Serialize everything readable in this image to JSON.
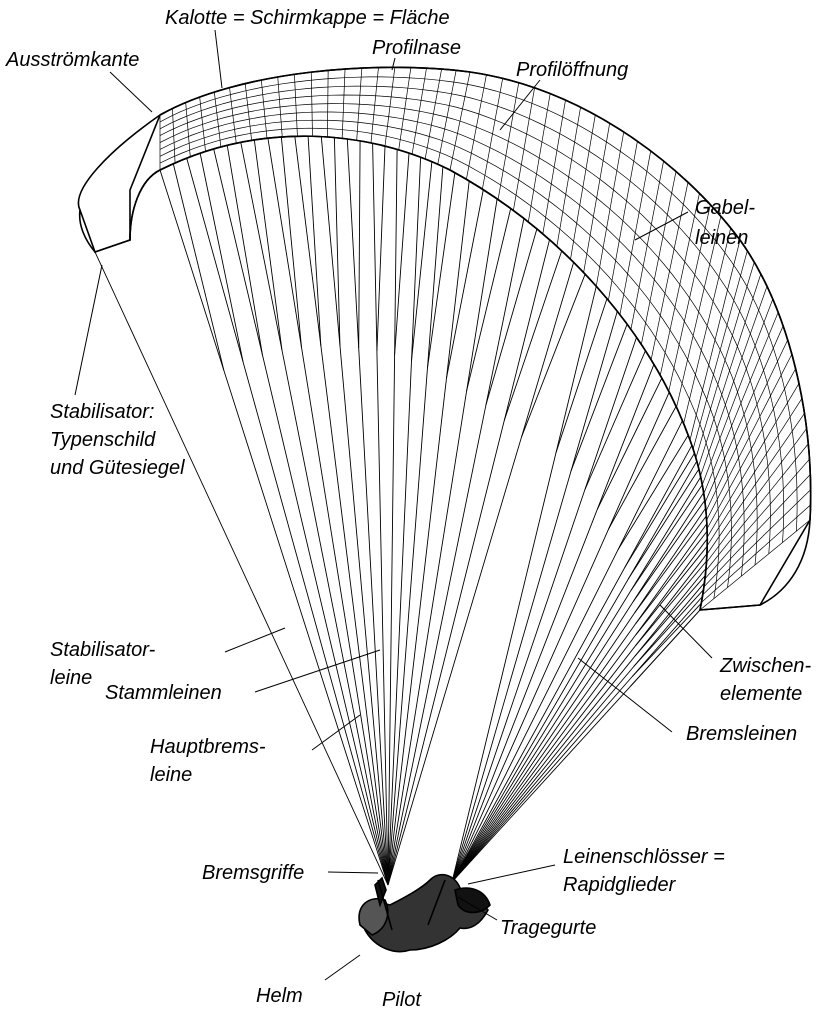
{
  "labels": {
    "kalotte": "Kalotte = Schirmkappe = Fläche",
    "profilnase": "Profilnase",
    "ausstroemkante": "Ausströmkante",
    "profiloeffnung": "Profilöffnung",
    "gabel_1": "Gabel-",
    "gabel_2": "leinen",
    "stabilisator_1": "Stabilisator:",
    "stabilisator_2": "Typenschild",
    "stabilisator_3": "und  Gütesiegel",
    "stabilisatorleine_1": "Stabilisator-",
    "stabilisatorleine_2": "leine",
    "stammleinen": "Stammleinen",
    "zwischen_1": "Zwischen-",
    "zwischen_2": "elemente",
    "hauptbrems_1": "Hauptbrems-",
    "hauptbrems_2": "leine",
    "bremsleinen": "Bremsleinen",
    "leinenschloesser_1": "Leinenschlösser =",
    "leinenschloesser_2": "Rapidglieder",
    "bremsgriffe": "Bremsgriffe",
    "tragegurte": "Tragegurte",
    "helm": "Helm",
    "pilot": "Pilot"
  },
  "colors": {
    "ink": "#000000",
    "background": "#ffffff"
  }
}
